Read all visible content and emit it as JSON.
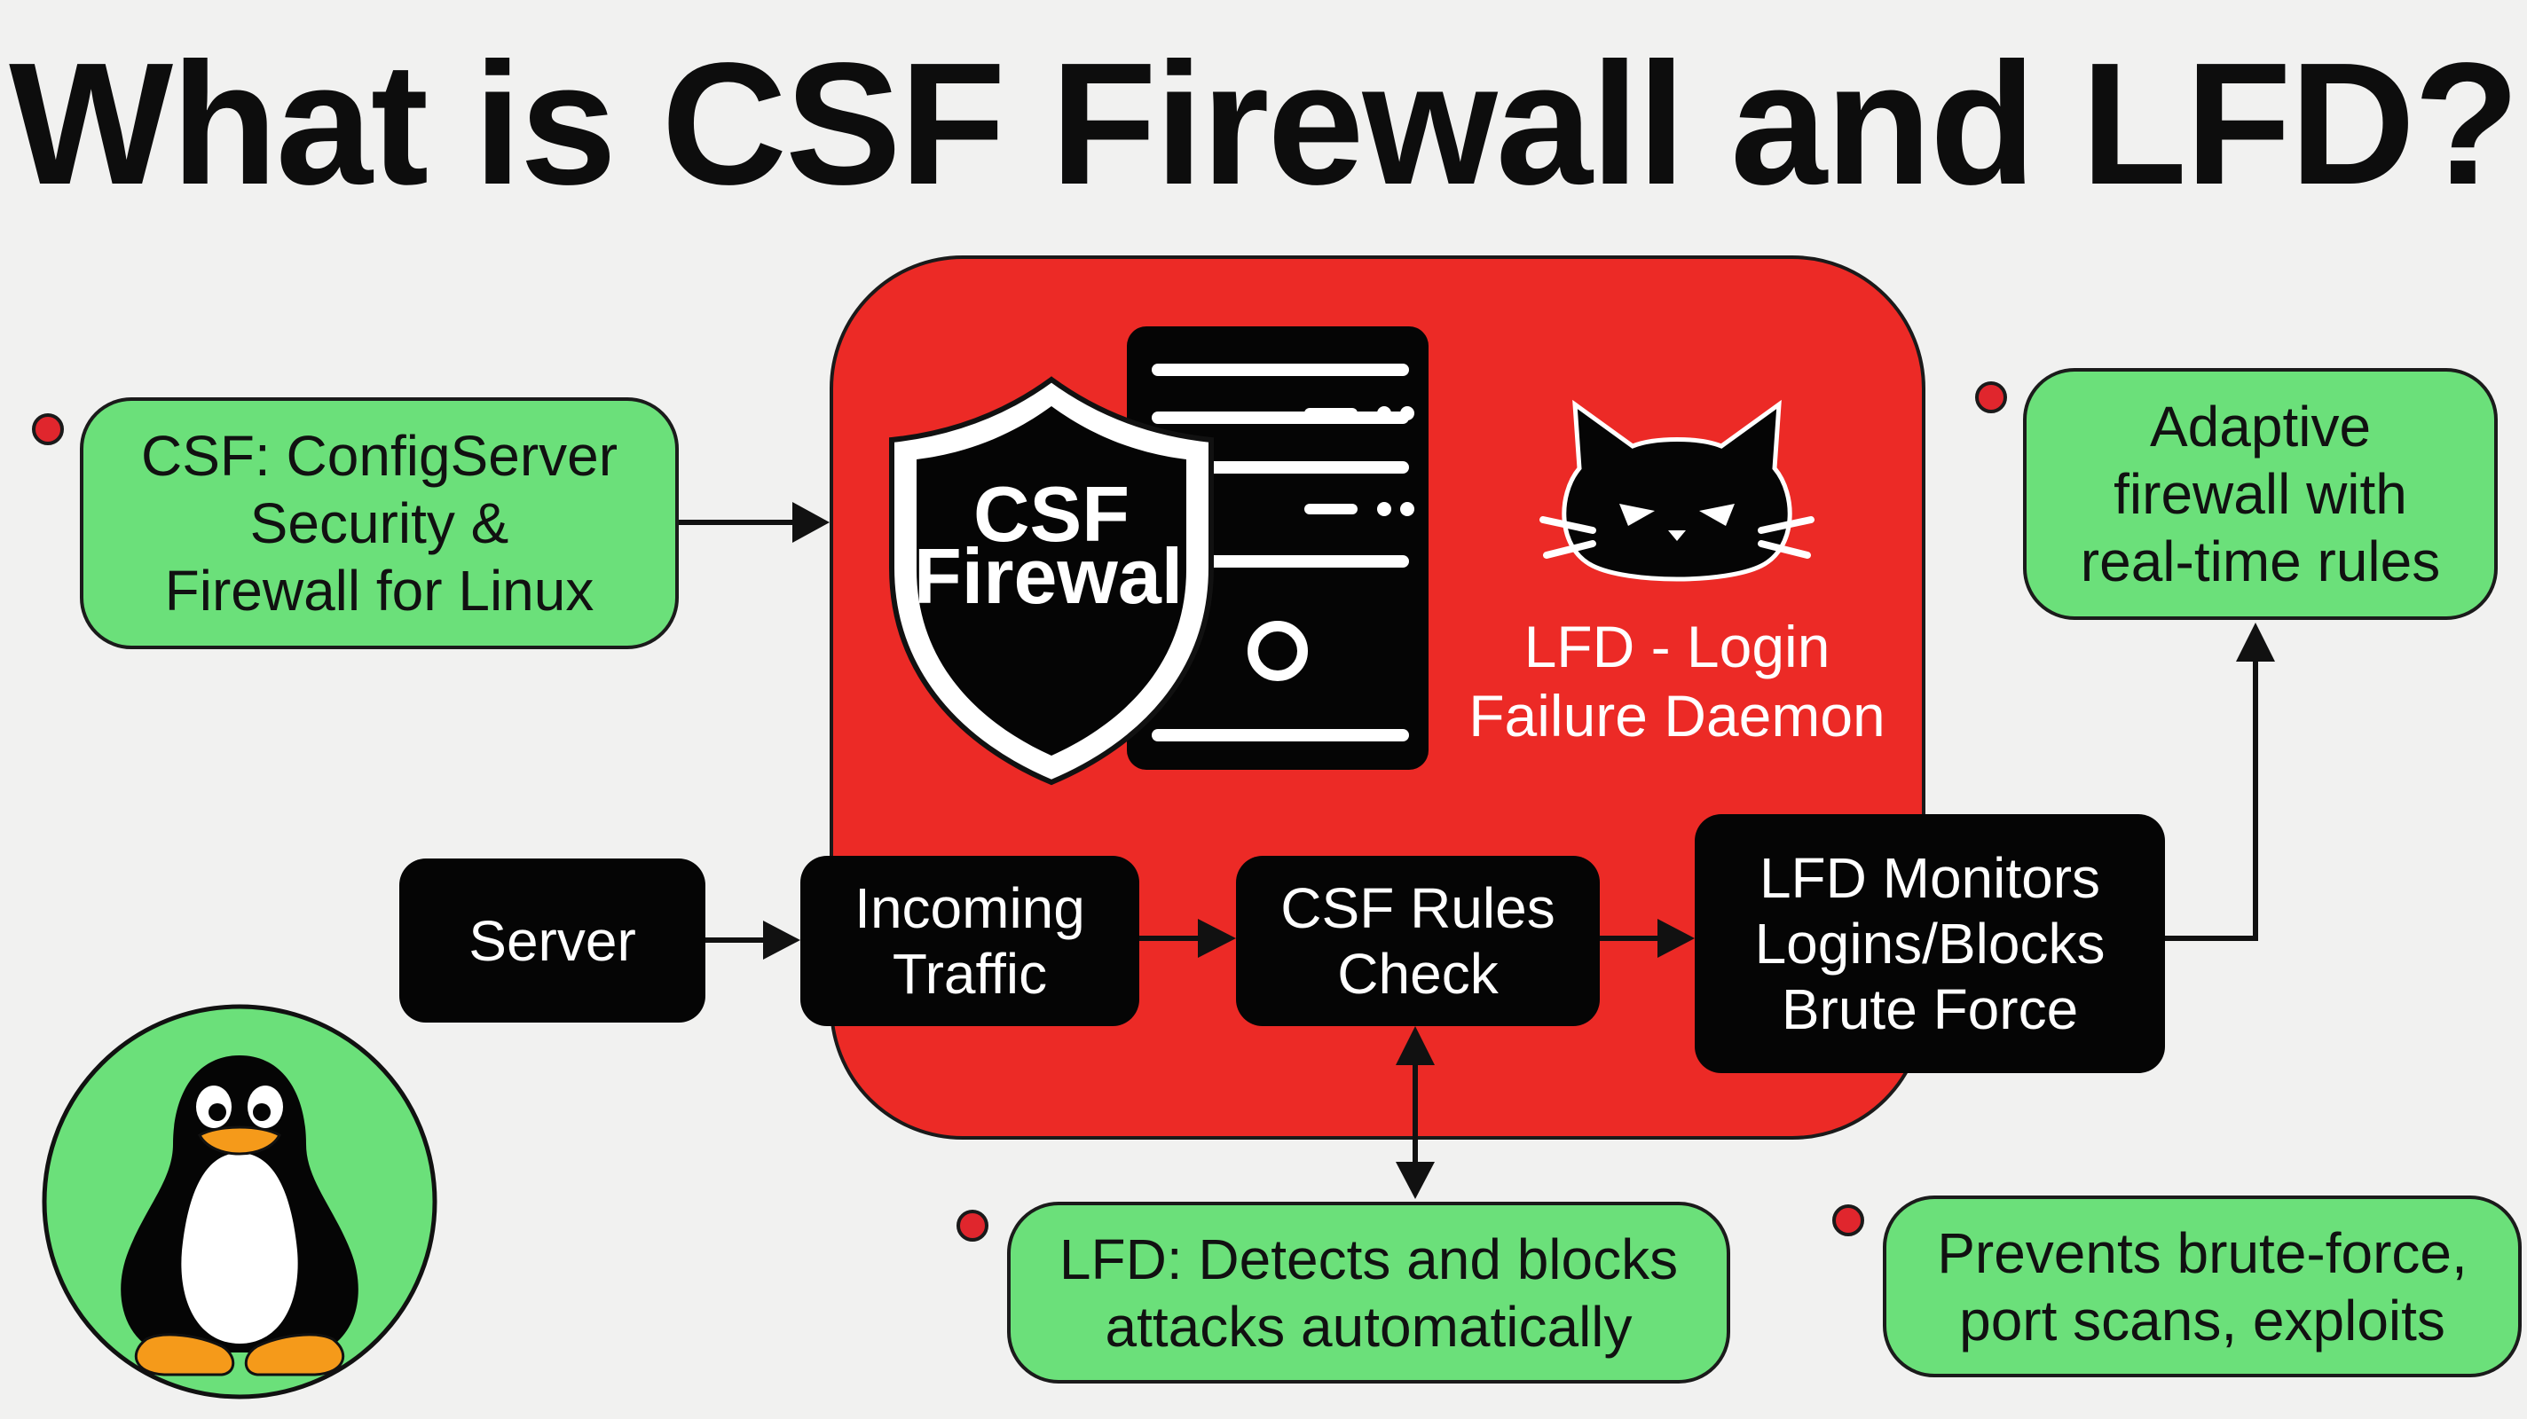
{
  "title": "What is CSF Firewall and LFD?",
  "colors": {
    "background": "#f1f1f0",
    "panel_red": "#ec2a26",
    "box_green": "#6be07a",
    "box_black": "#050505",
    "dot_red": "#e0262d"
  },
  "panel": {
    "shield_text": "CSF\nFirewall",
    "lfd_label": "LFD - Login\nFailure Daemon",
    "icons": [
      "shield-icon",
      "server-tower-icon",
      "cat-icon"
    ]
  },
  "notes": {
    "csf_definition": "CSF: ConfigServer\nSecurity &\nFirewall for Linux",
    "adaptive": "Adaptive\nfirewall with\nreal-time rules",
    "lfd_detects": "LFD: Detects and blocks\nattacks automatically",
    "prevents": "Prevents brute-force,\nport scans, exploits"
  },
  "flow": {
    "server": "Server",
    "incoming": "Incoming\nTraffic",
    "rules": "CSF Rules\nCheck",
    "monitors": "LFD Monitors\nLogins/Blocks\nBrute Force"
  },
  "logo": {
    "icon": "linux-penguin-icon"
  }
}
